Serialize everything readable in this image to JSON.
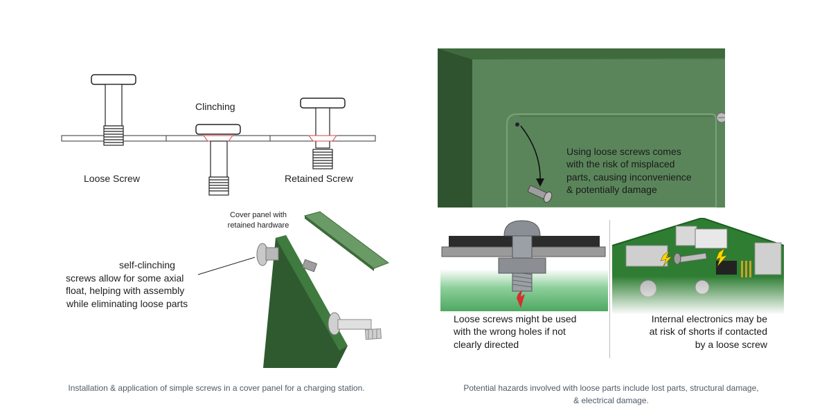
{
  "left": {
    "diagram": {
      "loose_screw": "Loose Screw",
      "clinching": "Clinching",
      "retained_screw": "Retained Screw"
    },
    "panel": {
      "callout_lines": [
        "Cover panel with",
        "retained hardware"
      ],
      "description_lines": [
        "self-clinching",
        "screws allow for some axial",
        "float, helping with assembly",
        "while eliminating loose parts"
      ]
    },
    "caption": "Installation & application of simple screws in a cover panel for a charging station."
  },
  "right": {
    "top_photo": {
      "text_lines": [
        "Using loose screws comes",
        "with the risk of misplaced",
        "parts, causing inconvenience",
        "& potentially damage"
      ]
    },
    "bottom_left": {
      "text_lines": [
        "Loose screws might be used",
        "with the wrong holes if not",
        "clearly directed"
      ]
    },
    "bottom_right": {
      "text_lines": [
        "Internal electronics may be",
        "at risk of shorts if contacted",
        "by a loose screw"
      ]
    },
    "caption_lines": [
      "Potential hazards involved with loose parts include lost parts, structural damage,",
      "& electrical damage."
    ]
  },
  "colors": {
    "panel_green": "#517e4f",
    "dark_green": "#2f522f",
    "pcb_green": "#2e7d32",
    "caption_gray": "#4e5a66",
    "warning_red": "#d32f2f"
  }
}
